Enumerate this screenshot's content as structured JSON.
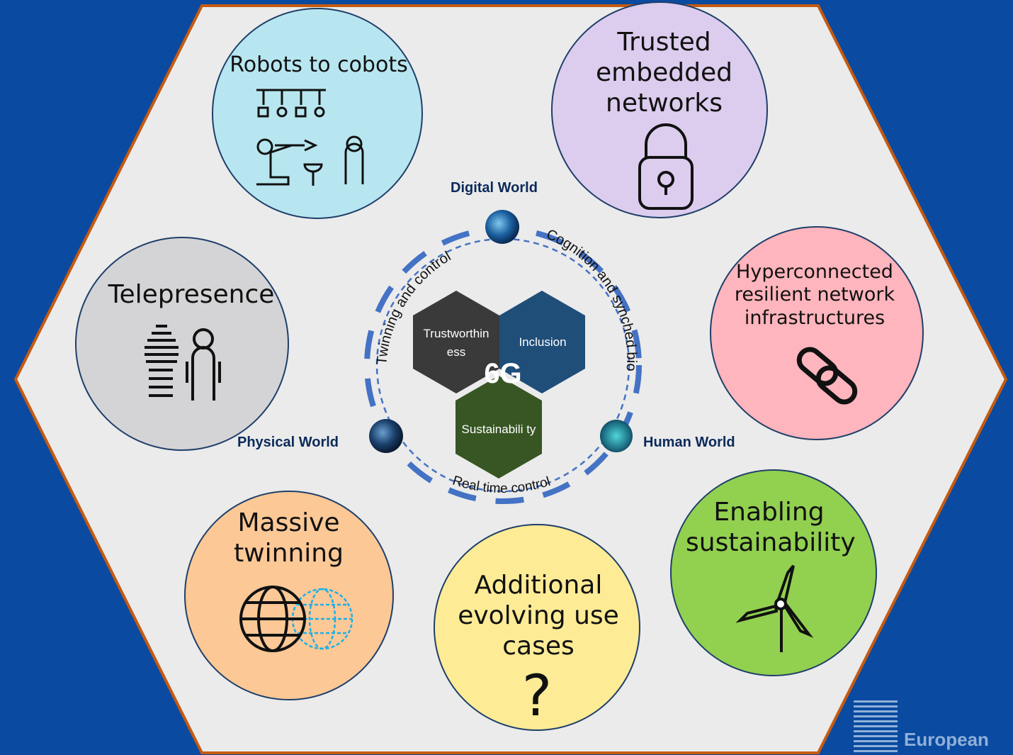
{
  "center": {
    "label": "6G",
    "hexagons": [
      {
        "id": "trust",
        "label": "Trustworthin ess",
        "color": "#3a3a3a"
      },
      {
        "id": "inclusion",
        "label": "Inclusion",
        "color": "#1f4e79"
      },
      {
        "id": "sustain",
        "label": "Sustainabili ty",
        "color": "#375623"
      }
    ]
  },
  "worlds": {
    "digital": "Digital World",
    "physical": "Physical World",
    "human": "Human World"
  },
  "arcs": {
    "left": "Twinning and control",
    "right": "Cognition and synched bio",
    "bottom": "Real time control"
  },
  "use_cases": [
    {
      "id": "robots",
      "label": "Robots to cobots",
      "color": "#b8e6f0",
      "icon": "robot-arm-icon"
    },
    {
      "id": "trusted",
      "label": "Trusted embedded networks",
      "color": "#dcccee",
      "icon": "padlock-icon"
    },
    {
      "id": "telepresence",
      "label": "Telepresence",
      "color": "#d4d4d6",
      "icon": "hologram-person-icon"
    },
    {
      "id": "hyper",
      "label": "Hyperconnected resilient network infrastructures",
      "color": "#ffb5bd",
      "icon": "chain-link-icon"
    },
    {
      "id": "twinning",
      "label": "Massive twinning",
      "color": "#fcc896",
      "icon": "twin-globe-icon"
    },
    {
      "id": "additional",
      "label": "Additional evolving use cases",
      "color": "#fdeb96",
      "icon": "question-mark-icon"
    },
    {
      "id": "sustainability",
      "label": "Enabling sustainability",
      "color": "#92d050",
      "icon": "wind-turbine-icon"
    }
  ],
  "logo": {
    "text": "European"
  },
  "colors": {
    "background": "#0a4aa0",
    "hexagon_fill": "#ebebeb",
    "hexagon_border": "#c55a11",
    "dash": "#4472c4"
  }
}
